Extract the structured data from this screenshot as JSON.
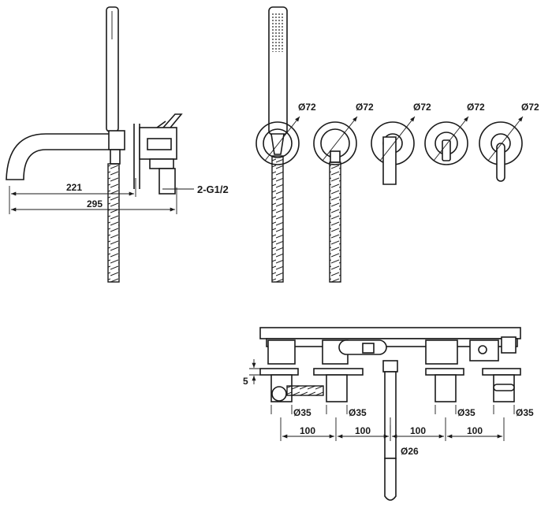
{
  "side_view": {
    "dim_spout_reach": "221",
    "dim_total_length": "295",
    "connection_label": "2-G1/2"
  },
  "front_view": {
    "plate_diameters": [
      "Ø72",
      "Ø72",
      "Ø72",
      "Ø72",
      "Ø72"
    ]
  },
  "top_view": {
    "dim_plate_offset": "5",
    "body_diameters": [
      "Ø35",
      "Ø35",
      "Ø35",
      "Ø35"
    ],
    "spacings": [
      "100",
      "100",
      "100",
      "100"
    ],
    "spout_diameter": "Ø26"
  }
}
